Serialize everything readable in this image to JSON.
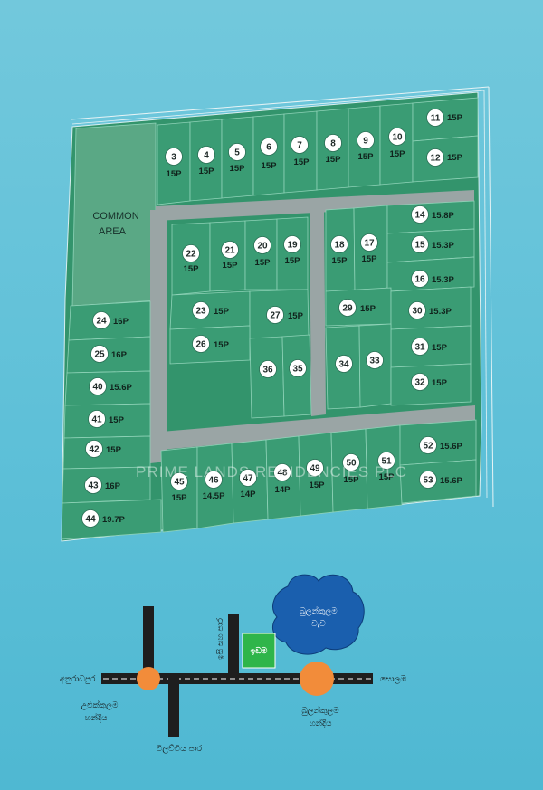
{
  "map": {
    "common_area": {
      "line1": "COMMON",
      "line2": "AREA"
    },
    "watermark": "PRIME LANDS RESIDENCIES PLC",
    "lots": [
      {
        "id": "3",
        "size": "15P"
      },
      {
        "id": "4",
        "size": "15P"
      },
      {
        "id": "5",
        "size": "15P"
      },
      {
        "id": "6",
        "size": "15P"
      },
      {
        "id": "7",
        "size": "15P"
      },
      {
        "id": "8",
        "size": "15P"
      },
      {
        "id": "9",
        "size": "15P"
      },
      {
        "id": "10",
        "size": "15P"
      },
      {
        "id": "11",
        "size": "15P"
      },
      {
        "id": "12",
        "size": "15P"
      },
      {
        "id": "22",
        "size": "15P"
      },
      {
        "id": "21",
        "size": "15P"
      },
      {
        "id": "20",
        "size": "15P"
      },
      {
        "id": "19",
        "size": "15P"
      },
      {
        "id": "18",
        "size": "15P"
      },
      {
        "id": "17",
        "size": "15P"
      },
      {
        "id": "14",
        "size": "15.8P"
      },
      {
        "id": "15",
        "size": "15.3P"
      },
      {
        "id": "16",
        "size": "15.3P"
      },
      {
        "id": "23",
        "size": "15P"
      },
      {
        "id": "27",
        "size": "15P"
      },
      {
        "id": "29",
        "size": "15P"
      },
      {
        "id": "30",
        "size": "15.3P"
      },
      {
        "id": "26",
        "size": "15P"
      },
      {
        "id": "31",
        "size": "15P"
      },
      {
        "id": "36",
        "size": ""
      },
      {
        "id": "35",
        "size": ""
      },
      {
        "id": "34",
        "size": ""
      },
      {
        "id": "33",
        "size": ""
      },
      {
        "id": "32",
        "size": "15P"
      },
      {
        "id": "24",
        "size": "16P"
      },
      {
        "id": "25",
        "size": "16P"
      },
      {
        "id": "40",
        "size": "15.6P"
      },
      {
        "id": "41",
        "size": "15P"
      },
      {
        "id": "42",
        "size": "15P"
      },
      {
        "id": "43",
        "size": "16P"
      },
      {
        "id": "44",
        "size": "19.7P"
      },
      {
        "id": "45",
        "size": "15P"
      },
      {
        "id": "46",
        "size": "14.5P"
      },
      {
        "id": "47",
        "size": "14P"
      },
      {
        "id": "48",
        "size": "14P"
      },
      {
        "id": "49",
        "size": "15P"
      },
      {
        "id": "50",
        "size": "15P"
      },
      {
        "id": "51",
        "size": "15P"
      },
      {
        "id": "52",
        "size": "15.6P"
      },
      {
        "id": "53",
        "size": "15.6P"
      }
    ]
  },
  "location": {
    "lake": {
      "line1": "බුලන්කුලම",
      "line2": "වැව"
    },
    "site_label": "ඉඩම",
    "side_road_north": "ඉසි සහ පාර",
    "west_town": "අනුරාධපුර",
    "east_town": "සොලඹ",
    "junction_west": {
      "line1": "උළුක්කුලම",
      "line2": "හන්දිය"
    },
    "junction_east": {
      "line1": "බුලන්කුලම",
      "line2": "හන්දිය"
    },
    "south_road": "විලච්චිය පාර"
  },
  "colors": {
    "lot_fill": "#3a9c74",
    "road": "#9aa5a5",
    "background": "#5ec0d8",
    "junction": "#f28c3a",
    "site": "#2fb54a",
    "lake": "#1a5fae"
  }
}
